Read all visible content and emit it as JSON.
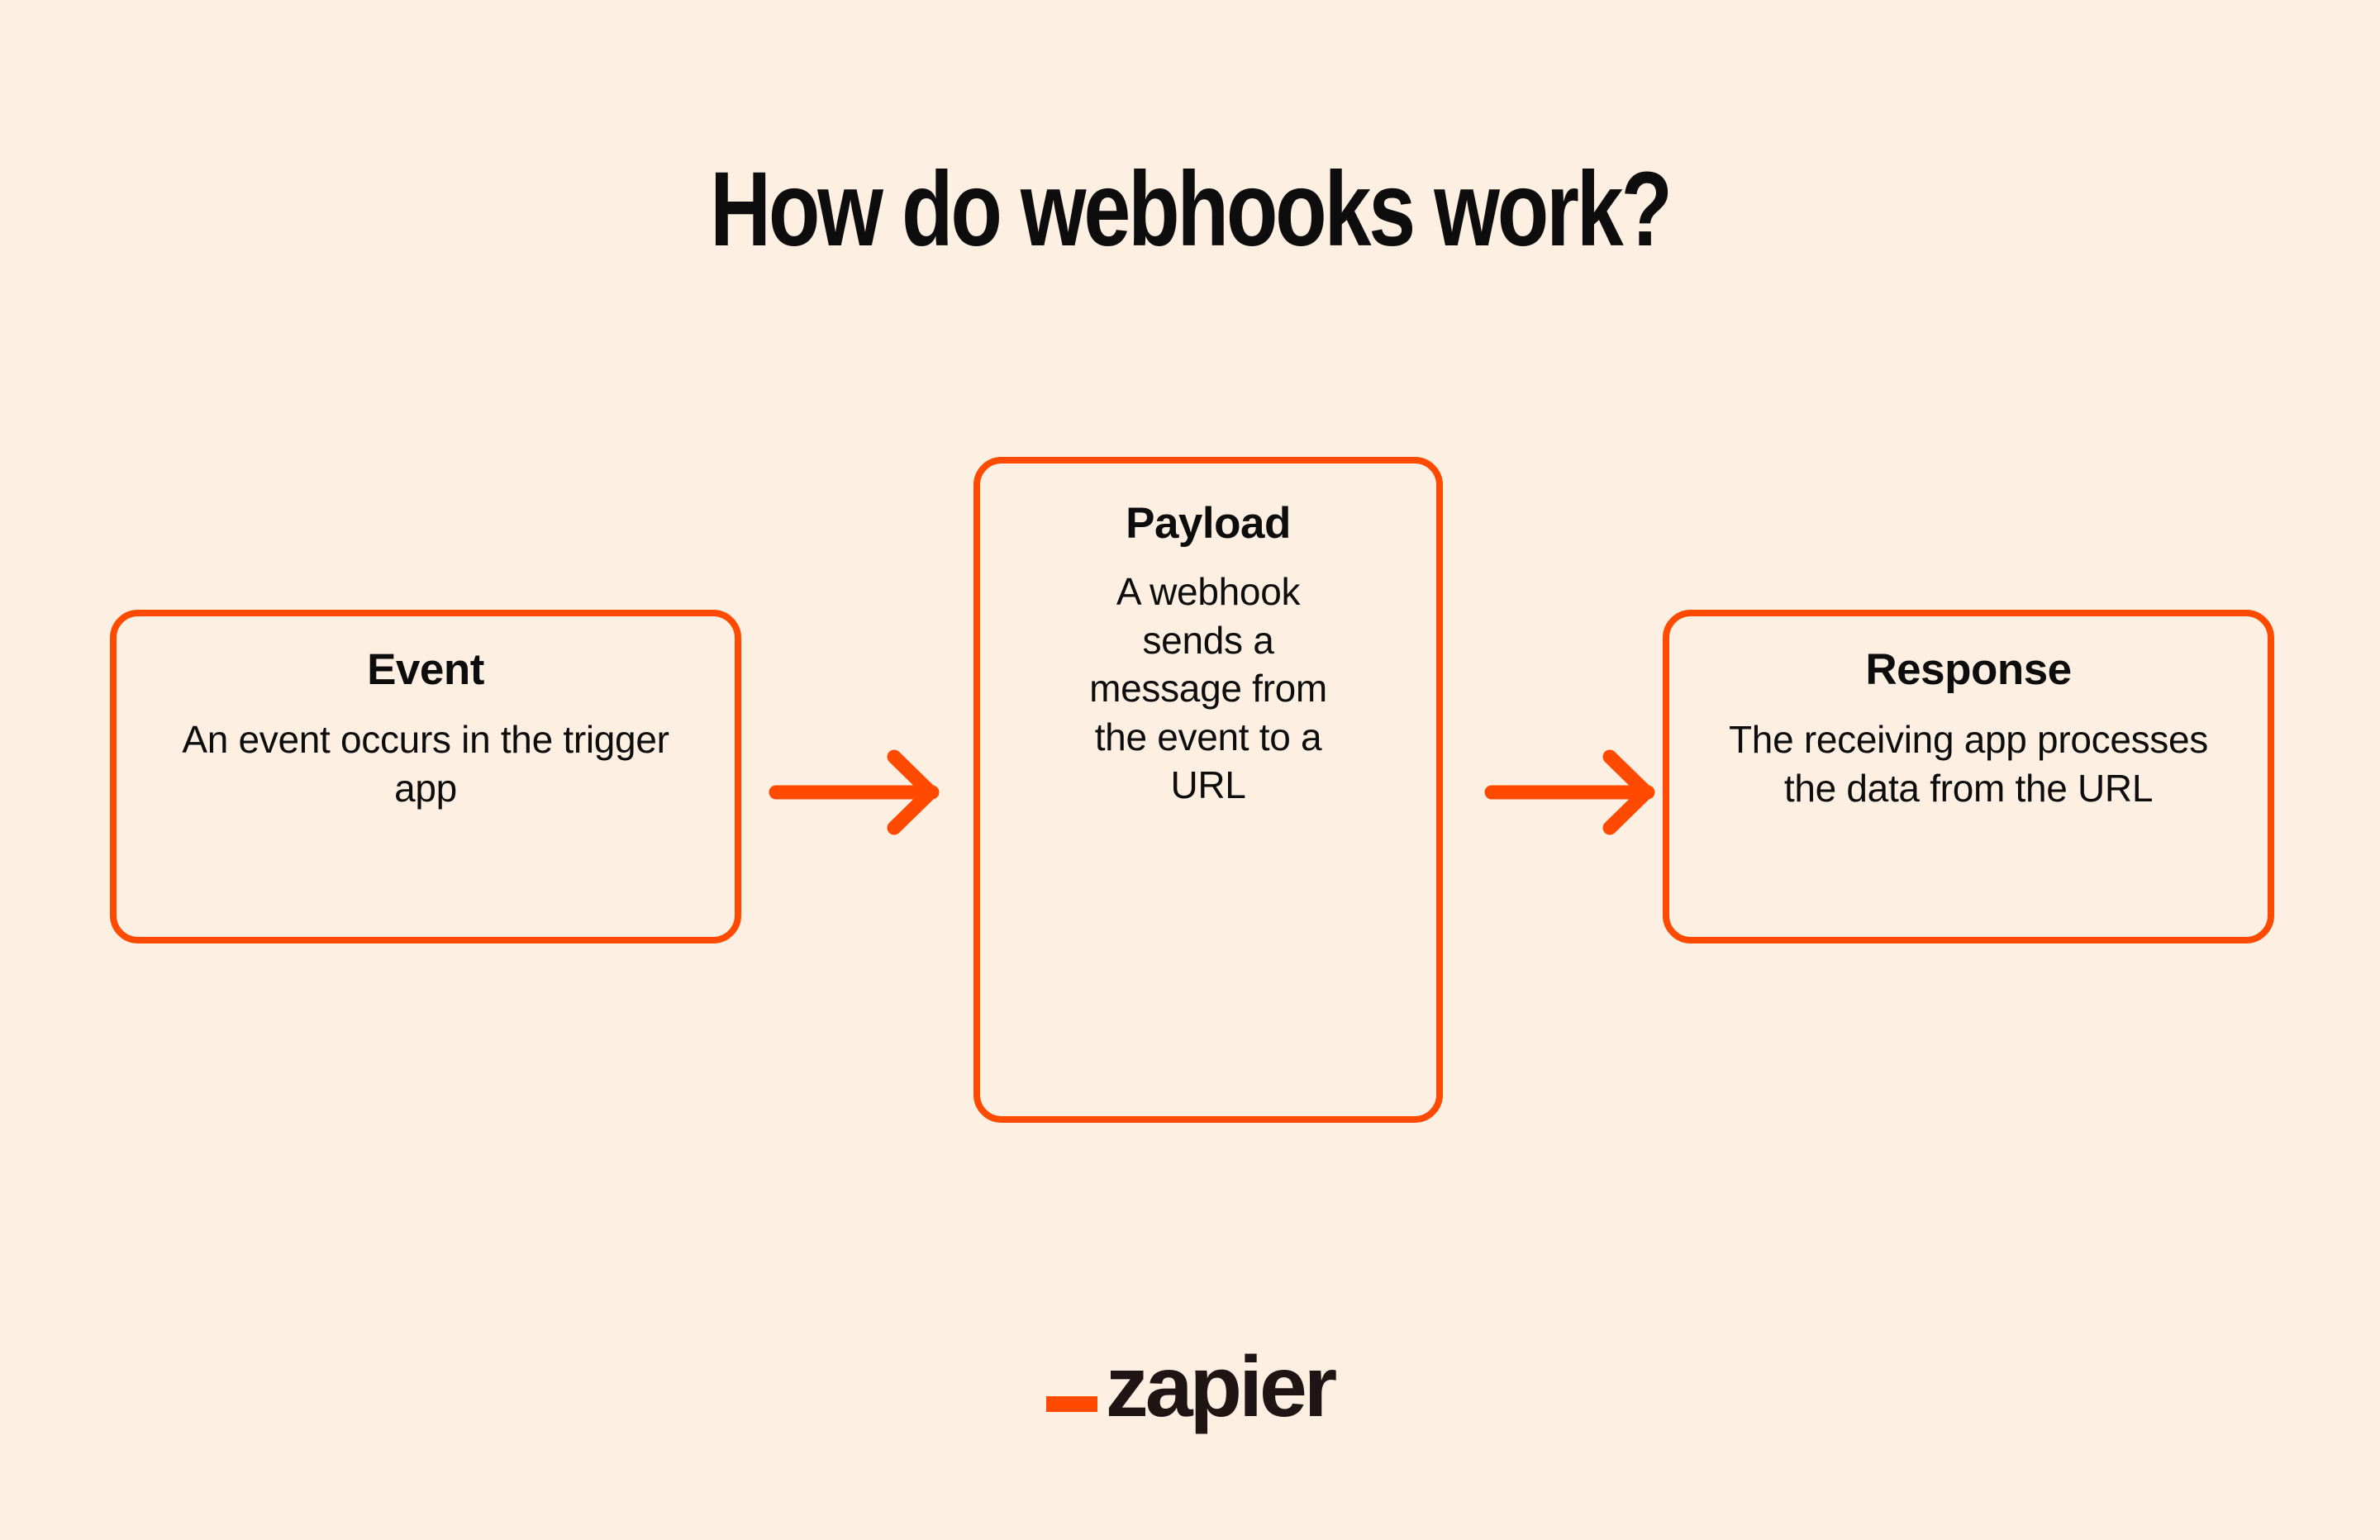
{
  "page": {
    "title": "How do webhooks work?",
    "background_color": "#FDF0E3",
    "accent_color": "#FF4A00",
    "text_color": "#0D0D0D"
  },
  "diagram": {
    "type": "flow",
    "steps": [
      {
        "id": "event",
        "title": "Event",
        "description": "An event occurs in the trigger app"
      },
      {
        "id": "payload",
        "title": "Payload",
        "description": "A webhook sends a message from the event to a URL"
      },
      {
        "id": "response",
        "title": "Response",
        "description": "The receiving app processes the data from the URL"
      }
    ],
    "connectors": [
      {
        "id": "arrow-event-to-payload",
        "icon": "arrow-right-icon",
        "color": "#FF4A00"
      },
      {
        "id": "arrow-payload-to-response",
        "icon": "arrow-right-icon",
        "color": "#FF4A00"
      }
    ]
  },
  "footer": {
    "logo_word": "zapier",
    "logo_mark_icon": "underscore-mark-icon",
    "logo_mark_color": "#FF4A00",
    "logo_word_color": "#201515"
  }
}
